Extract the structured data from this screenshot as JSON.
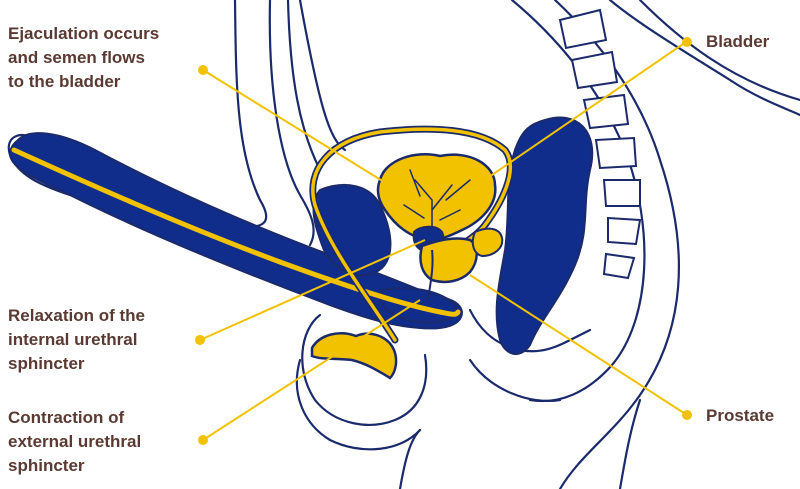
{
  "colors": {
    "navy": "#1b2a6b",
    "navy_fill": "#102d8c",
    "yellow": "#f2c200",
    "label_text": "#5a3a32",
    "background": "#ffffff"
  },
  "labels": {
    "ejaculation": {
      "lines": [
        "Ejaculation occurs",
        "and semen flows",
        "to the bladder"
      ]
    },
    "relaxation": {
      "lines": [
        "Relaxation of the",
        "internal urethral",
        "sphincter"
      ]
    },
    "contraction": {
      "lines": [
        "Contraction of",
        "external urethral",
        "sphincter"
      ]
    },
    "bladder": {
      "text": "Bladder"
    },
    "prostate": {
      "text": "Prostate"
    }
  }
}
